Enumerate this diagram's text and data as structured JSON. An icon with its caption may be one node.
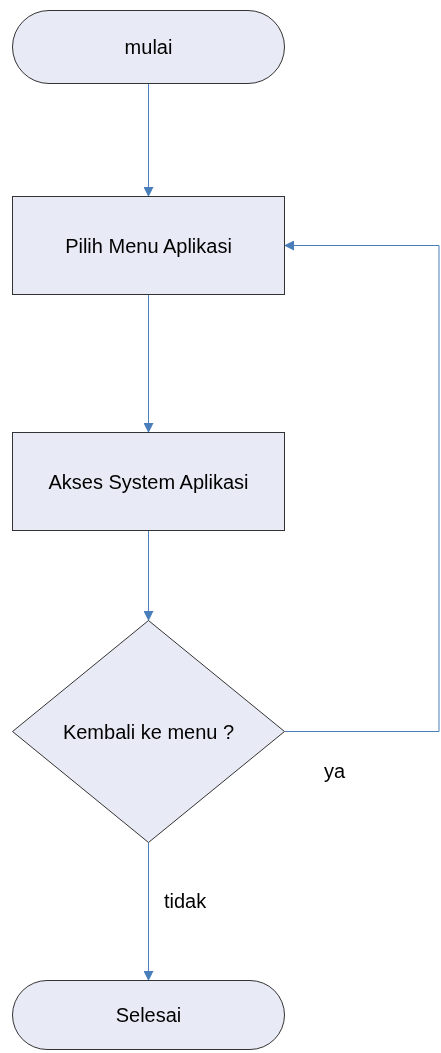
{
  "diagram": {
    "nodes": [
      {
        "text": [
          "mulai"
        ]
      },
      {
        "text": [
          "Pilih Menu Aplikasi"
        ]
      },
      {
        "text": [
          "Akses System Aplikasi"
        ]
      },
      {
        "text": [
          "Kembali ke menu ?"
        ]
      },
      {
        "text": [
          "Selesai"
        ]
      }
    ],
    "edges": [
      {
        "from": 0,
        "to": 1,
        "arrow": "to"
      },
      {
        "from": 1,
        "to": 2,
        "arrow": "to"
      },
      {
        "from": 2,
        "to": 3,
        "arrow": "to"
      },
      {
        "from": 3,
        "to": 4,
        "arrow": "to",
        "label": "tidak"
      },
      {
        "from": 3,
        "to": 1,
        "arrow": "to",
        "label": "ya"
      }
    ]
  }
}
